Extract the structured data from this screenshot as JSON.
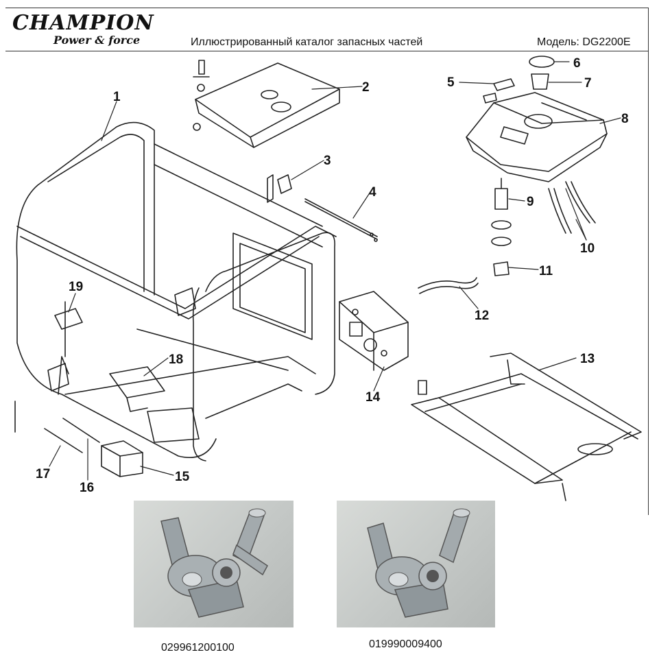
{
  "header": {
    "brand": "CHAMPION",
    "brand_tagline": "Power & force",
    "title": "Иллюстрированный каталог запасных частей",
    "model": "Модель: DG2200E"
  },
  "diagram": {
    "callouts": [
      "1",
      "2",
      "3",
      "4",
      "5",
      "6",
      "7",
      "8",
      "9",
      "10",
      "11",
      "12",
      "13",
      "14",
      "15",
      "16",
      "17",
      "18",
      "19"
    ]
  },
  "photos": [
    {
      "part_number": "029961200100",
      "icon": "fuel-valve-dual-outlet"
    },
    {
      "part_number": "019990009400",
      "icon": "fuel-valve-single-outlet"
    }
  ]
}
